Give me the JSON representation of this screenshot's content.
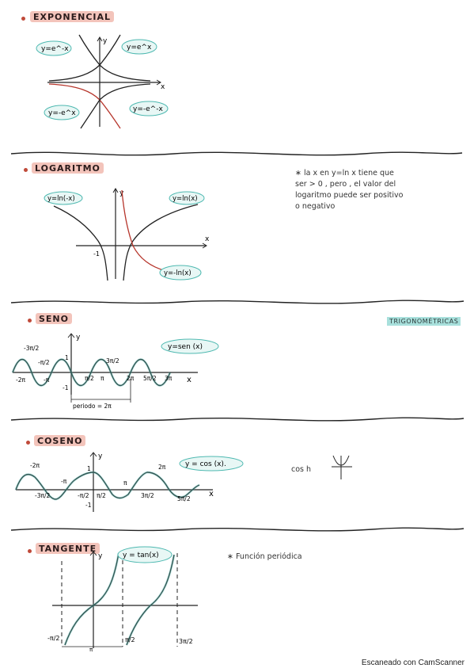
{
  "sections": {
    "exponencial": {
      "title": "EXPONENCIAL",
      "labels": [
        "y=e^-x",
        "y=e^x",
        "y=-e^x",
        "y=-e^-x"
      ],
      "axis_x": "x",
      "axis_y": "y"
    },
    "logaritmo": {
      "title": "LOGARITMO",
      "labels": [
        "y=ln(-x)",
        "y=ln(x)",
        "y=-ln(x)"
      ],
      "axis_x": "x",
      "axis_y": "y",
      "tick": "-1",
      "note_lines": [
        "∗ la x en y=ln x tiene que",
        "ser > 0 , pero , el valor del",
        "logaritmo puede ser positivo",
        "o negativo"
      ]
    },
    "seno": {
      "title": "SENO",
      "tag": "TRIGONOMÉTRICAS",
      "label": "y=sen (x)",
      "axis_x": "x",
      "axis_y": "y",
      "ticks": [
        "-3π/2",
        "-π/2",
        "-2π",
        "-π",
        "π/2",
        "π",
        "3π/2",
        "2π",
        "5π/2",
        "3π",
        "1",
        "-1"
      ],
      "periodo": "periodo = 2π"
    },
    "coseno": {
      "title": "COSENO",
      "label": "y = cos (x).",
      "axis_x": "x",
      "axis_y": "y",
      "ticks": [
        "-2π",
        "-π",
        "-3π/2",
        "-π/2",
        "π/2",
        "π",
        "2π",
        "3π/2",
        "5π/2",
        "1",
        "-1"
      ],
      "side_note": "cos h"
    },
    "tangente": {
      "title": "TANGENTE",
      "label": "y = tan(x)",
      "axis_y": "y",
      "ticks": [
        "-π/2",
        "π/2",
        "3π/2",
        "π"
      ],
      "note": "∗ Función periódica"
    }
  },
  "footer": "Escaneado con CamScanner",
  "colors": {
    "ink": "#222222",
    "red": "#b6352b",
    "teal": "#4fb9b1",
    "highlight": "#f3c4bb"
  }
}
